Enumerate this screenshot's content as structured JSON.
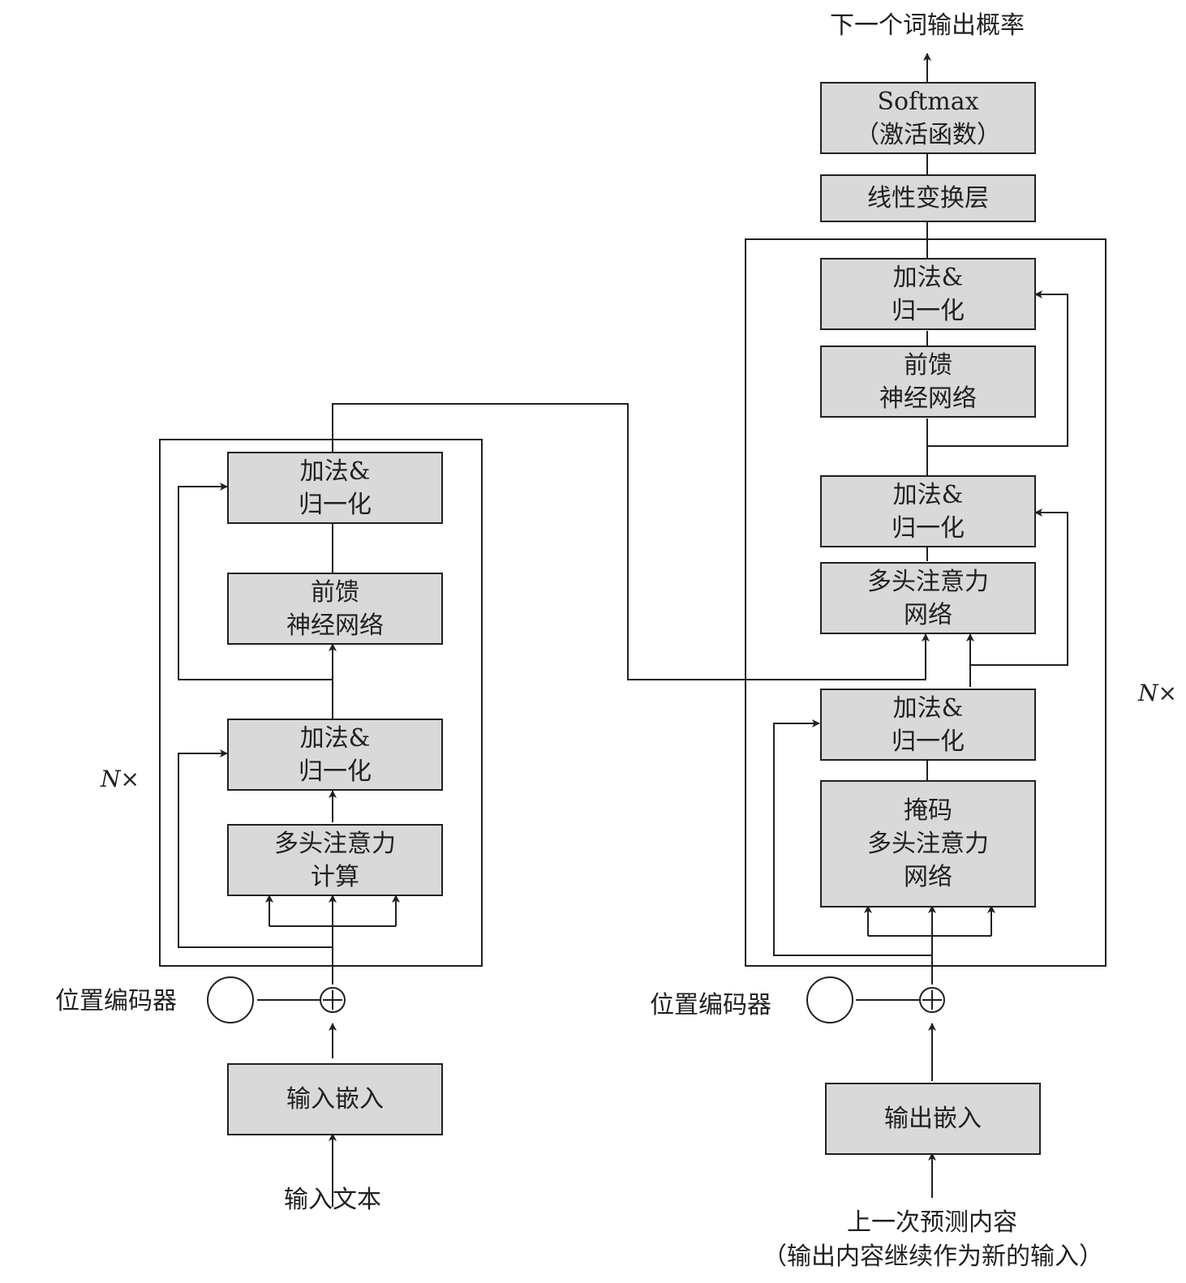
{
  "encoder": {
    "add_norm_top": [
      "加法&",
      "归一化"
    ],
    "feed_forward": [
      "前馈",
      "神经网络"
    ],
    "add_norm_bottom": [
      "加法&",
      "归一化"
    ],
    "attention": [
      "多头注意力",
      "计算"
    ],
    "repeat_label": "N",
    "repeat_symbol": "×",
    "pos_encoder": "位置编码器",
    "embedding": "输入嵌入",
    "input": "输入文本"
  },
  "decoder": {
    "output_title": "下一个词输出概率",
    "softmax": [
      "Softmax",
      "（激活函数）"
    ],
    "linear": "线性变换层",
    "add_norm_top": [
      "加法&",
      "归一化"
    ],
    "feed_forward": [
      "前馈",
      "神经网络"
    ],
    "add_norm_mid": [
      "加法&",
      "归一化"
    ],
    "cross_attention": [
      "多头注意力",
      "网络"
    ],
    "add_norm_bottom": [
      "加法&",
      "归一化"
    ],
    "masked_attention": [
      "掩码",
      "多头注意力",
      "网络"
    ],
    "repeat_label": "N",
    "repeat_symbol": "×",
    "pos_encoder": "位置编码器",
    "embedding": "输出嵌入",
    "input_line1": "上一次预测内容",
    "input_line2": "（输出内容继续作为新的输入）"
  }
}
